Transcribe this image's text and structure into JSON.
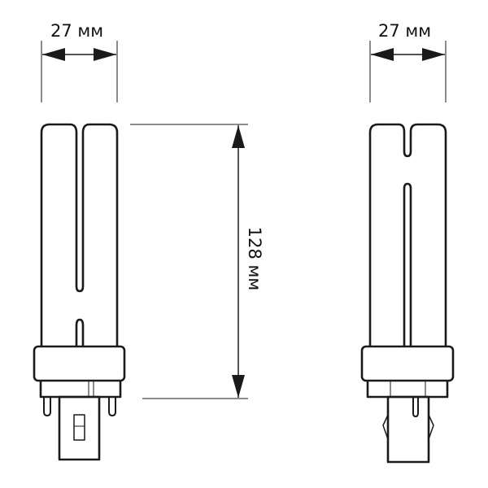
{
  "dimensions": {
    "width_front": "27 мм",
    "width_side": "27 мм",
    "height": "128 мм"
  },
  "colors": {
    "line": "#1a1a1a",
    "background": "#ffffff"
  }
}
